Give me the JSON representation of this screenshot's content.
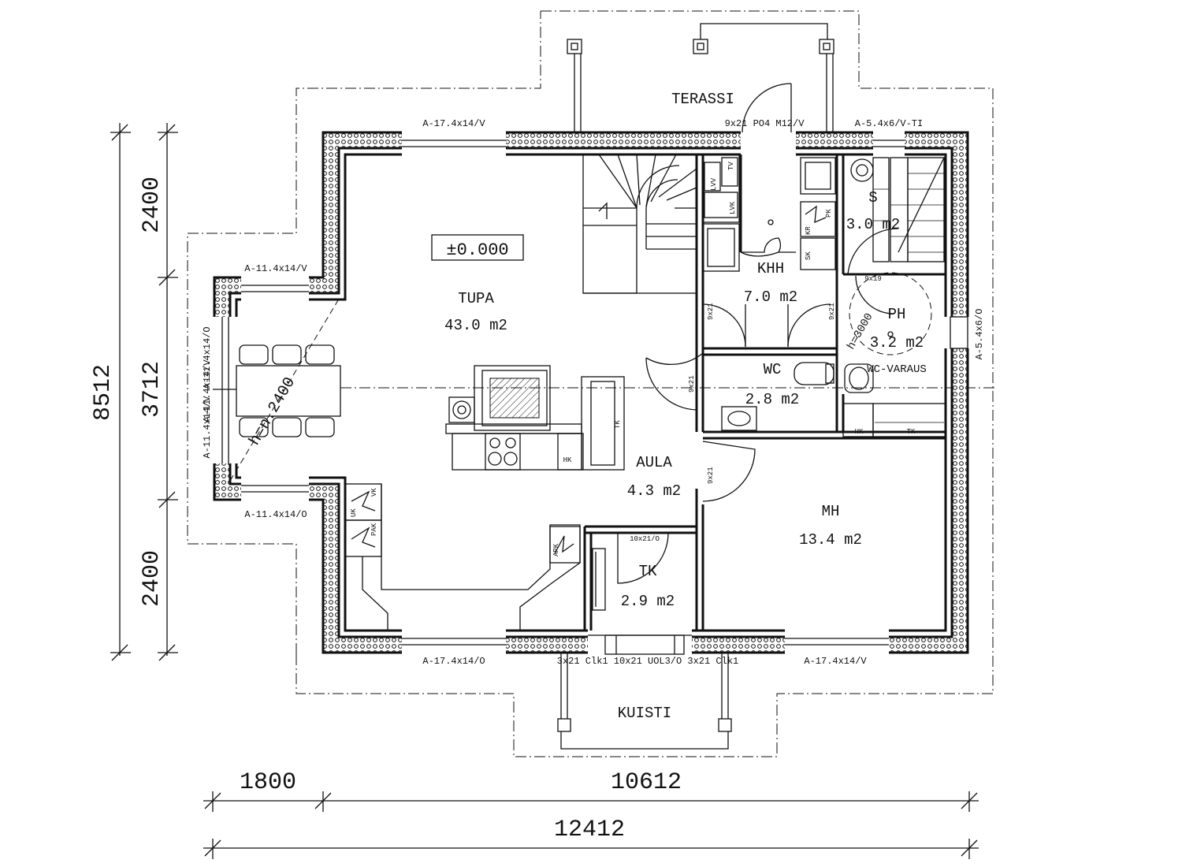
{
  "plan": {
    "level_mark": "±0.000",
    "rooms": [
      {
        "id": "tupa",
        "name": "TUPA",
        "area": "43.0 m2"
      },
      {
        "id": "khh",
        "name": "KHH",
        "area": "7.0 m2"
      },
      {
        "id": "s",
        "name": "S",
        "area": "3.0 m2"
      },
      {
        "id": "ph",
        "name": "PH",
        "area": "3.2 m2"
      },
      {
        "id": "wc",
        "name": "WC",
        "area": "2.8 m2"
      },
      {
        "id": "aula",
        "name": "AULA",
        "area": "4.3 m2"
      },
      {
        "id": "mh",
        "name": "MH",
        "area": "13.4 m2"
      },
      {
        "id": "tk",
        "name": "TK",
        "area": "2.9 m2"
      }
    ],
    "outdoor": {
      "terrace": "TERASSI",
      "porch": "KUISTI"
    },
    "window_labels": {
      "top_left": "A-17.4x14/V",
      "top_door": "9x21 PO4 M12/V",
      "top_right": "A-5.4x6/V-TI",
      "bay_top": "A-11.4x14/V",
      "bay_bottom": "A-11.4x14/O",
      "bay_side_1": "A-11.4x14/V",
      "bay_side_2": "A-11.4x14/O",
      "bay_side_3": "A-11.4x14/V",
      "right_side": "A-5.4x6/O",
      "bottom_left": "A-17.4x14/O",
      "bottom_door": "3x21 Clk1 10x21 UOL3/O 3x21 Clk1",
      "bottom_right": "A-17.4x14/V"
    },
    "small_labels": {
      "door_9x21": "9x21",
      "door_9x19": "9x19",
      "door_10x21": "10x21/O",
      "ceiling_height": "h=n.2400",
      "ph_height": "h=3000",
      "wc_varaus": "WC-VARAUS",
      "lvv": "LVV",
      "tv": "TV",
      "lvk": "LVK",
      "kr": "KR",
      "pk": "PK",
      "sk": "SK",
      "uk": "UK",
      "vk": "VK",
      "pak": "PAK",
      "apk": "APK",
      "hk": "HK",
      "tk_short": "TK"
    },
    "dimensions": {
      "left_outer": "8512",
      "left_top": "2400",
      "left_middle": "3712",
      "left_bottom": "2400",
      "bottom_left": "1800",
      "bottom_right": "10612",
      "bottom_total": "12412"
    }
  }
}
